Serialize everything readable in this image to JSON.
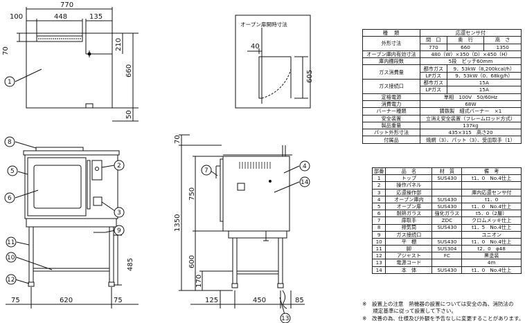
{
  "top_view": {
    "dims": [
      "770",
      "100",
      "448",
      "135",
      "70",
      "210",
      "660",
      "50"
    ],
    "bubble": "1"
  },
  "front_view": {
    "dims": [
      "75",
      "620",
      "75"
    ],
    "bubbles": [
      "8",
      "2",
      "5",
      "6",
      "3",
      "9",
      "11",
      "10",
      "12"
    ]
  },
  "side_view": {
    "dims": [
      "70",
      "750",
      "1350",
      "600",
      "485",
      "170",
      "125",
      "450",
      "85"
    ],
    "bubbles": [
      "7",
      "4",
      "14",
      "13"
    ]
  },
  "inset": {
    "title": "オープン扉開時寸法",
    "dims": [
      "40",
      "605"
    ]
  },
  "spec_table": {
    "header": [
      "種　類",
      "応還センサ付"
    ],
    "rows": [
      [
        "外形寸法",
        "間　口",
        "奥　行",
        "高　さ"
      ],
      [
        "",
        "770",
        "660",
        "1350"
      ],
      [
        "オープン庫内有効寸法",
        "480（W）×350（D）×450（H）"
      ],
      [
        "庫内棚段数",
        "5段　ピッチ60mm"
      ],
      [
        "ガス消費量",
        "都市ガス",
        "9．53kW（8,200kcal/h）"
      ],
      [
        "",
        "LPガス",
        "9．53kW（0．68kg/h）"
      ],
      [
        "ガス接続口",
        "都市ガス",
        "15A"
      ],
      [
        "",
        "LPガス",
        "15A"
      ],
      [
        "定格電源",
        "単相　100V　50/60Hz"
      ],
      [
        "消費電力",
        "68W"
      ],
      [
        "バーナー種類",
        "鋳鉄製　細式バーナー　×1"
      ],
      [
        "安全装置",
        "立消え安全装置（フレームロッド方式）"
      ],
      [
        "製品重量",
        "137kg"
      ],
      [
        "パット外形寸法",
        "435×315　高さ20"
      ],
      [
        "付属品",
        "焼網（3）、パット（3）、受皿取手（1）"
      ]
    ]
  },
  "parts_table": {
    "header": [
      "部番",
      "品　名",
      "材　質",
      "備　考"
    ],
    "rows": [
      [
        "1",
        "トップ",
        "SUS430",
        "t1．0　No.4仕上"
      ],
      [
        "2",
        "操作パネル",
        "",
        ""
      ],
      [
        "3",
        "応還操作部",
        "",
        "庫内応還センサ付"
      ],
      [
        "4",
        "オープン庫内",
        "SUS430",
        "t1．0"
      ],
      [
        "5",
        "オープン扉",
        "SUS430",
        "t1．0　No.4仕上"
      ],
      [
        "6",
        "耐熱ガラス",
        "強化ガラス",
        "t5．0（2層）"
      ],
      [
        "7",
        "扉取手",
        "ZDC",
        "クロムメッキ仕上"
      ],
      [
        "8",
        "排気筒",
        "SUS430",
        "t1．5　No.4仕上"
      ],
      [
        "9",
        "ガス接続口",
        "",
        "ユニオン"
      ],
      [
        "10",
        "平　棚",
        "SUS430",
        "t1．0　No.4仕上"
      ],
      [
        "11",
        "脚",
        "SUS304",
        "t2．0　φ48"
      ],
      [
        "12",
        "アジャスト",
        "FC",
        "黒塗装"
      ],
      [
        "13",
        "電源コード",
        "",
        "4m"
      ],
      [
        "14",
        "本　体",
        "SUS430",
        "t1．0　No.4仕上"
      ]
    ]
  },
  "notes": [
    "※　設置上の注意　熱機器の設置については安全の為、消防法の",
    "　　規定基準に従って設置して下さい。",
    "※　改善の為、仕様及び外観を予告なしに変更することがあります。"
  ]
}
